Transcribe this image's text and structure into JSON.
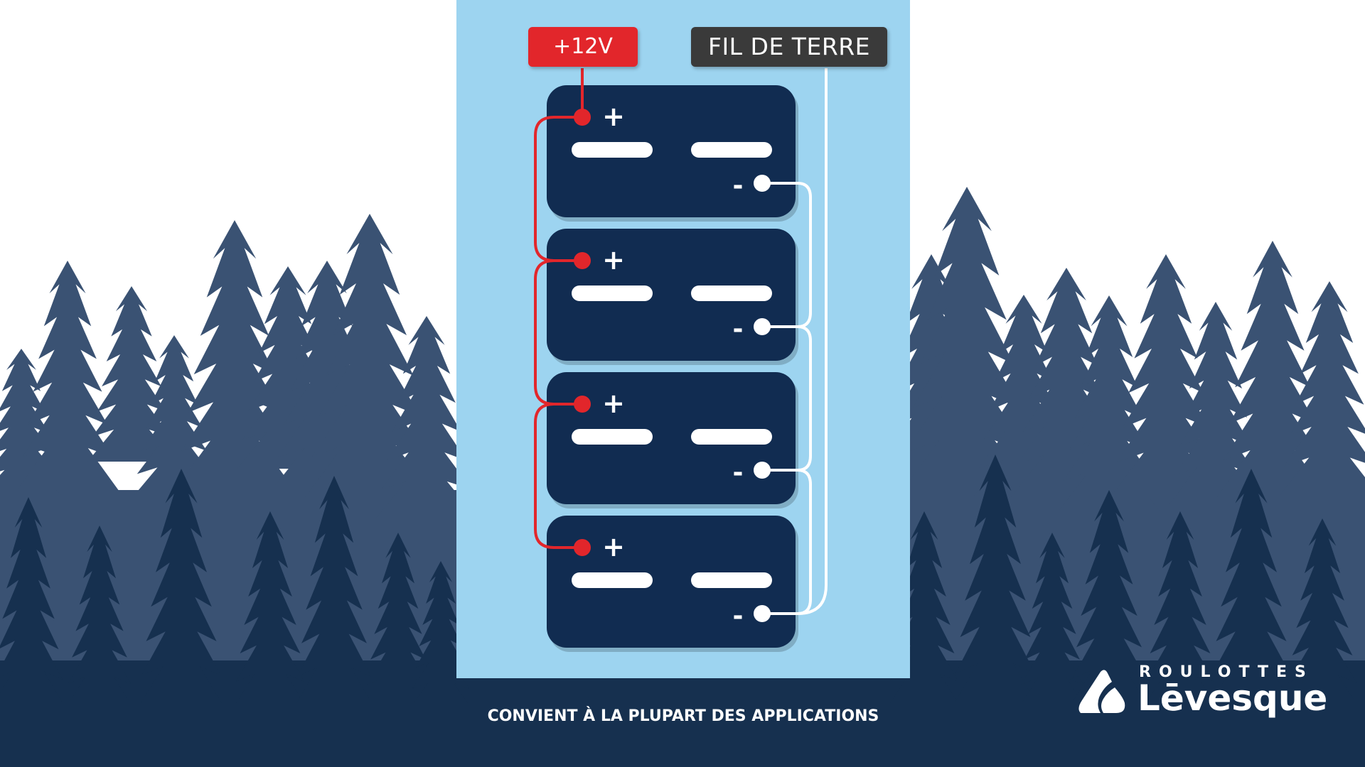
{
  "labels": {
    "positive": "+12V",
    "ground": "FIL DE TERRE"
  },
  "symbols": {
    "plus": "+",
    "minus": "-"
  },
  "caption": "CONVIENT À LA PLUPART DES APPLICATIONS",
  "logo": {
    "line1": "ROULOTTES",
    "line2": "Lēvesque"
  },
  "diagram": {
    "battery_count": 4,
    "wiring": "parallel"
  },
  "colors": {
    "positive_wire": "#e2262b",
    "ground_wire": "#ffffff",
    "battery": "#112c51",
    "panel": "#9dd4f0",
    "forest_back": "#3a5273",
    "forest_front": "#16304f",
    "ground_tag": "#3a3a3a"
  },
  "icons": {
    "logo_mark": "drop-mountain-icon",
    "forest": "pine-forest-silhouette"
  }
}
